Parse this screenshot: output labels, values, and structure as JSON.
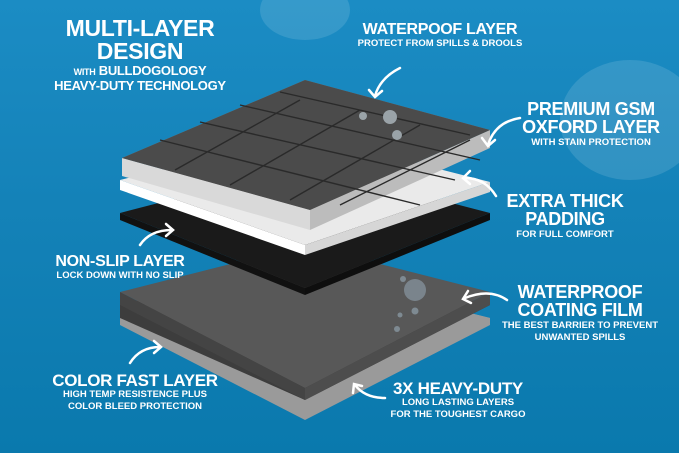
{
  "title": {
    "line1": "MULTI-LAYER DESIGN",
    "line2_prefix": "WITH",
    "line2_main": "BULLDOGOLOGY",
    "line3": "HEAVY-DUTY TECHNOLOGY"
  },
  "callouts": [
    {
      "id": "waterproof-layer",
      "heading": "WATERPOOF LAYER",
      "sub": "PROTECT FROM SPILLS & DROOLS"
    },
    {
      "id": "premium-gsm",
      "heading_line1": "PREMIUM GSM",
      "heading_line2": "OXFORD LAYER",
      "sub": "WITH STAIN PROTECTION"
    },
    {
      "id": "extra-thick",
      "heading_line1": "EXTRA THICK",
      "heading_line2": "PADDING",
      "sub": "FOR FULL COMFORT"
    },
    {
      "id": "non-slip",
      "heading": "NON-SLIP LAYER",
      "sub": "LOCK DOWN WITH NO SLIP"
    },
    {
      "id": "waterproof-film",
      "heading_line1": "WATERPROOF",
      "heading_line2": "COATING FILM",
      "sub_line1": "THE BEST BARRIER TO PREVENT",
      "sub_line2": "UNWANTED SPILLS"
    },
    {
      "id": "color-fast",
      "heading": "COLOR FAST LAYER",
      "sub_line1": "HIGH TEMP RESISTENCE PLUS",
      "sub_line2": "COLOR BLEED PROTECTION"
    },
    {
      "id": "heavy-duty",
      "heading": "3X HEAVY-DUTY",
      "sub_line1": "LONG LASTING LAYERS",
      "sub_line2": "FOR THE TOUGHEST CARGO"
    }
  ],
  "colors": {
    "background": "#1482b8",
    "top_layer": "#4a4a4a",
    "padding_layer": "#f2f2f2",
    "non_slip_layer": "#1c1c1c",
    "bottom_layer": "#555555",
    "edge_gray": "#a8a8a8",
    "text": "#ffffff"
  }
}
